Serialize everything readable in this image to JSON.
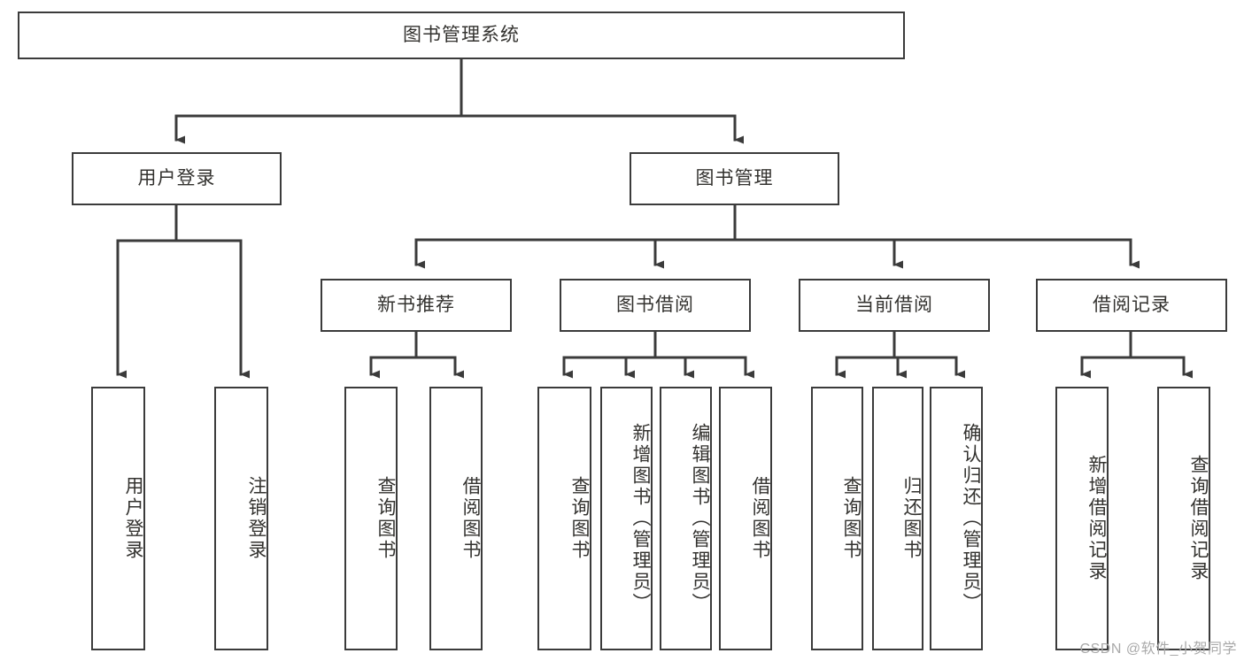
{
  "diagram": {
    "title": "图书管理系统",
    "watermark": "CSDN @软件_小贺同学",
    "stroke_color": "#3b3b3b",
    "text_color": "#33322f",
    "background_color": "#ffffff",
    "watermark_color": "#a9a9a9",
    "nodes": {
      "root": {
        "label": "图书管理系统"
      },
      "level1": [
        {
          "id": "user-login",
          "label": "用户登录"
        },
        {
          "id": "book-manage",
          "label": "图书管理"
        }
      ],
      "level2": [
        {
          "id": "new-book-recommend",
          "label": "新书推荐"
        },
        {
          "id": "book-borrow",
          "label": "图书借阅"
        },
        {
          "id": "current-borrow",
          "label": "当前借阅"
        },
        {
          "id": "borrow-record",
          "label": "借阅记录"
        }
      ],
      "leaves": [
        {
          "id": "leaf-user-login",
          "label": "用户登录",
          "parent": "user-login"
        },
        {
          "id": "leaf-logout",
          "label": "注销登录",
          "parent": "user-login"
        },
        {
          "id": "leaf-query-book-1",
          "label": "查询图书",
          "parent": "new-book-recommend"
        },
        {
          "id": "leaf-borrow-book-1",
          "label": "借阅图书",
          "parent": "new-book-recommend"
        },
        {
          "id": "leaf-query-book-2",
          "label": "查询图书",
          "parent": "book-borrow"
        },
        {
          "id": "leaf-add-book",
          "label": "新增图书（管理员）",
          "parent": "book-borrow"
        },
        {
          "id": "leaf-edit-book",
          "label": "编辑图书（管理员）",
          "parent": "book-borrow"
        },
        {
          "id": "leaf-borrow-book-2",
          "label": "借阅图书",
          "parent": "book-borrow"
        },
        {
          "id": "leaf-query-book-3",
          "label": "查询图书",
          "parent": "current-borrow"
        },
        {
          "id": "leaf-return-book",
          "label": "归还图书",
          "parent": "current-borrow"
        },
        {
          "id": "leaf-confirm-return",
          "label": "确认归还（管理员）",
          "parent": "current-borrow"
        },
        {
          "id": "leaf-add-record",
          "label": "新增借阅记录",
          "parent": "borrow-record"
        },
        {
          "id": "leaf-query-record",
          "label": "查询借阅记录",
          "parent": "borrow-record"
        }
      ]
    }
  }
}
